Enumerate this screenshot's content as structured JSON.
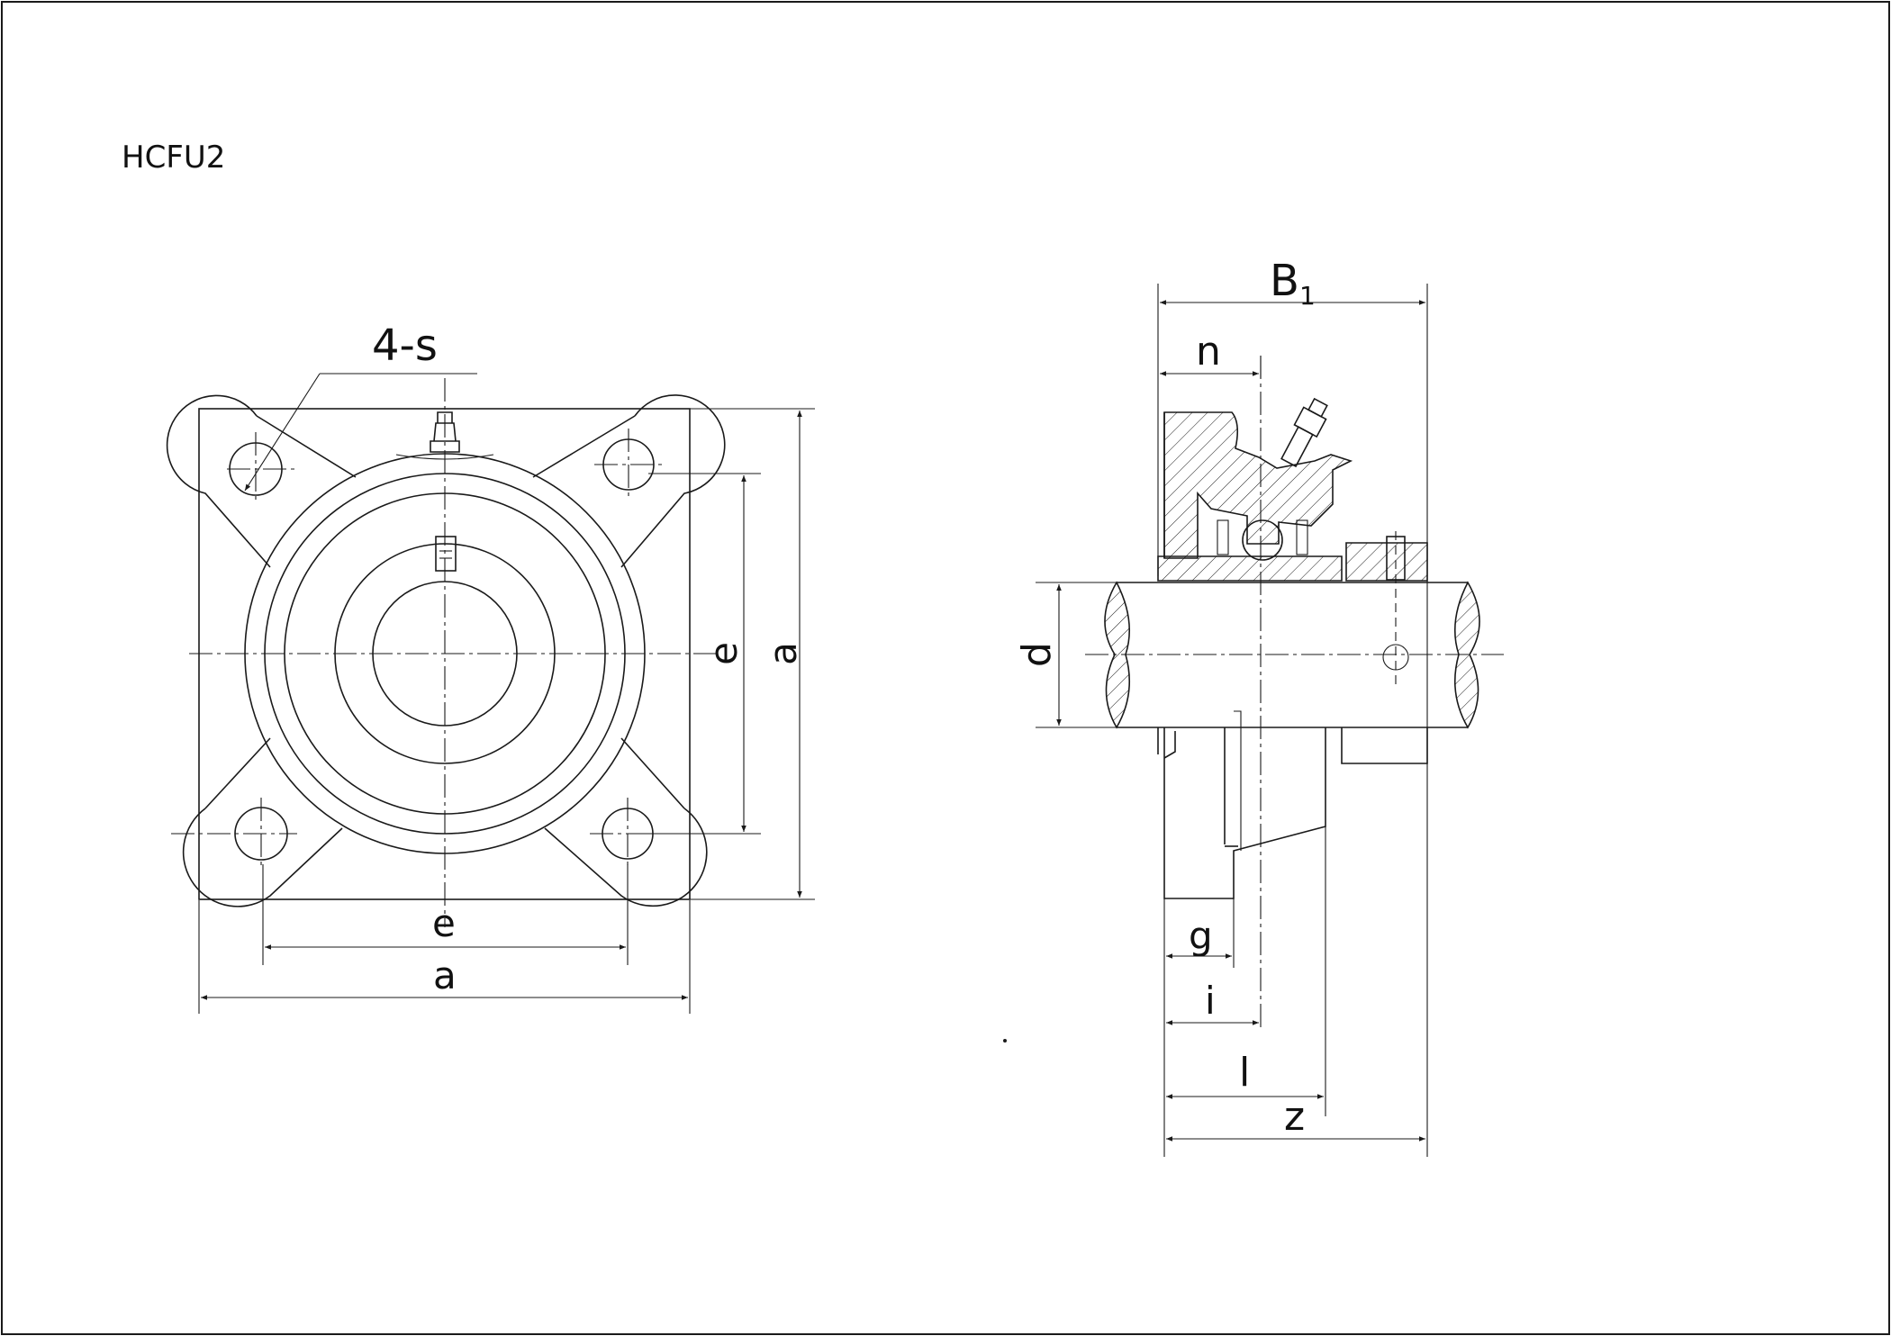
{
  "title": "HCFU2",
  "front_view": {
    "hole_callout": "4-s",
    "dim_e_horizontal": "e",
    "dim_a_horizontal": "a",
    "dim_e_vertical": "e",
    "dim_a_vertical": "a"
  },
  "side_view": {
    "dim_B": "B",
    "dim_B_subscript": "1",
    "dim_n": "n",
    "dim_d": "d",
    "dim_g": "g",
    "dim_i": "i",
    "dim_l": "l",
    "dim_z": "z"
  }
}
